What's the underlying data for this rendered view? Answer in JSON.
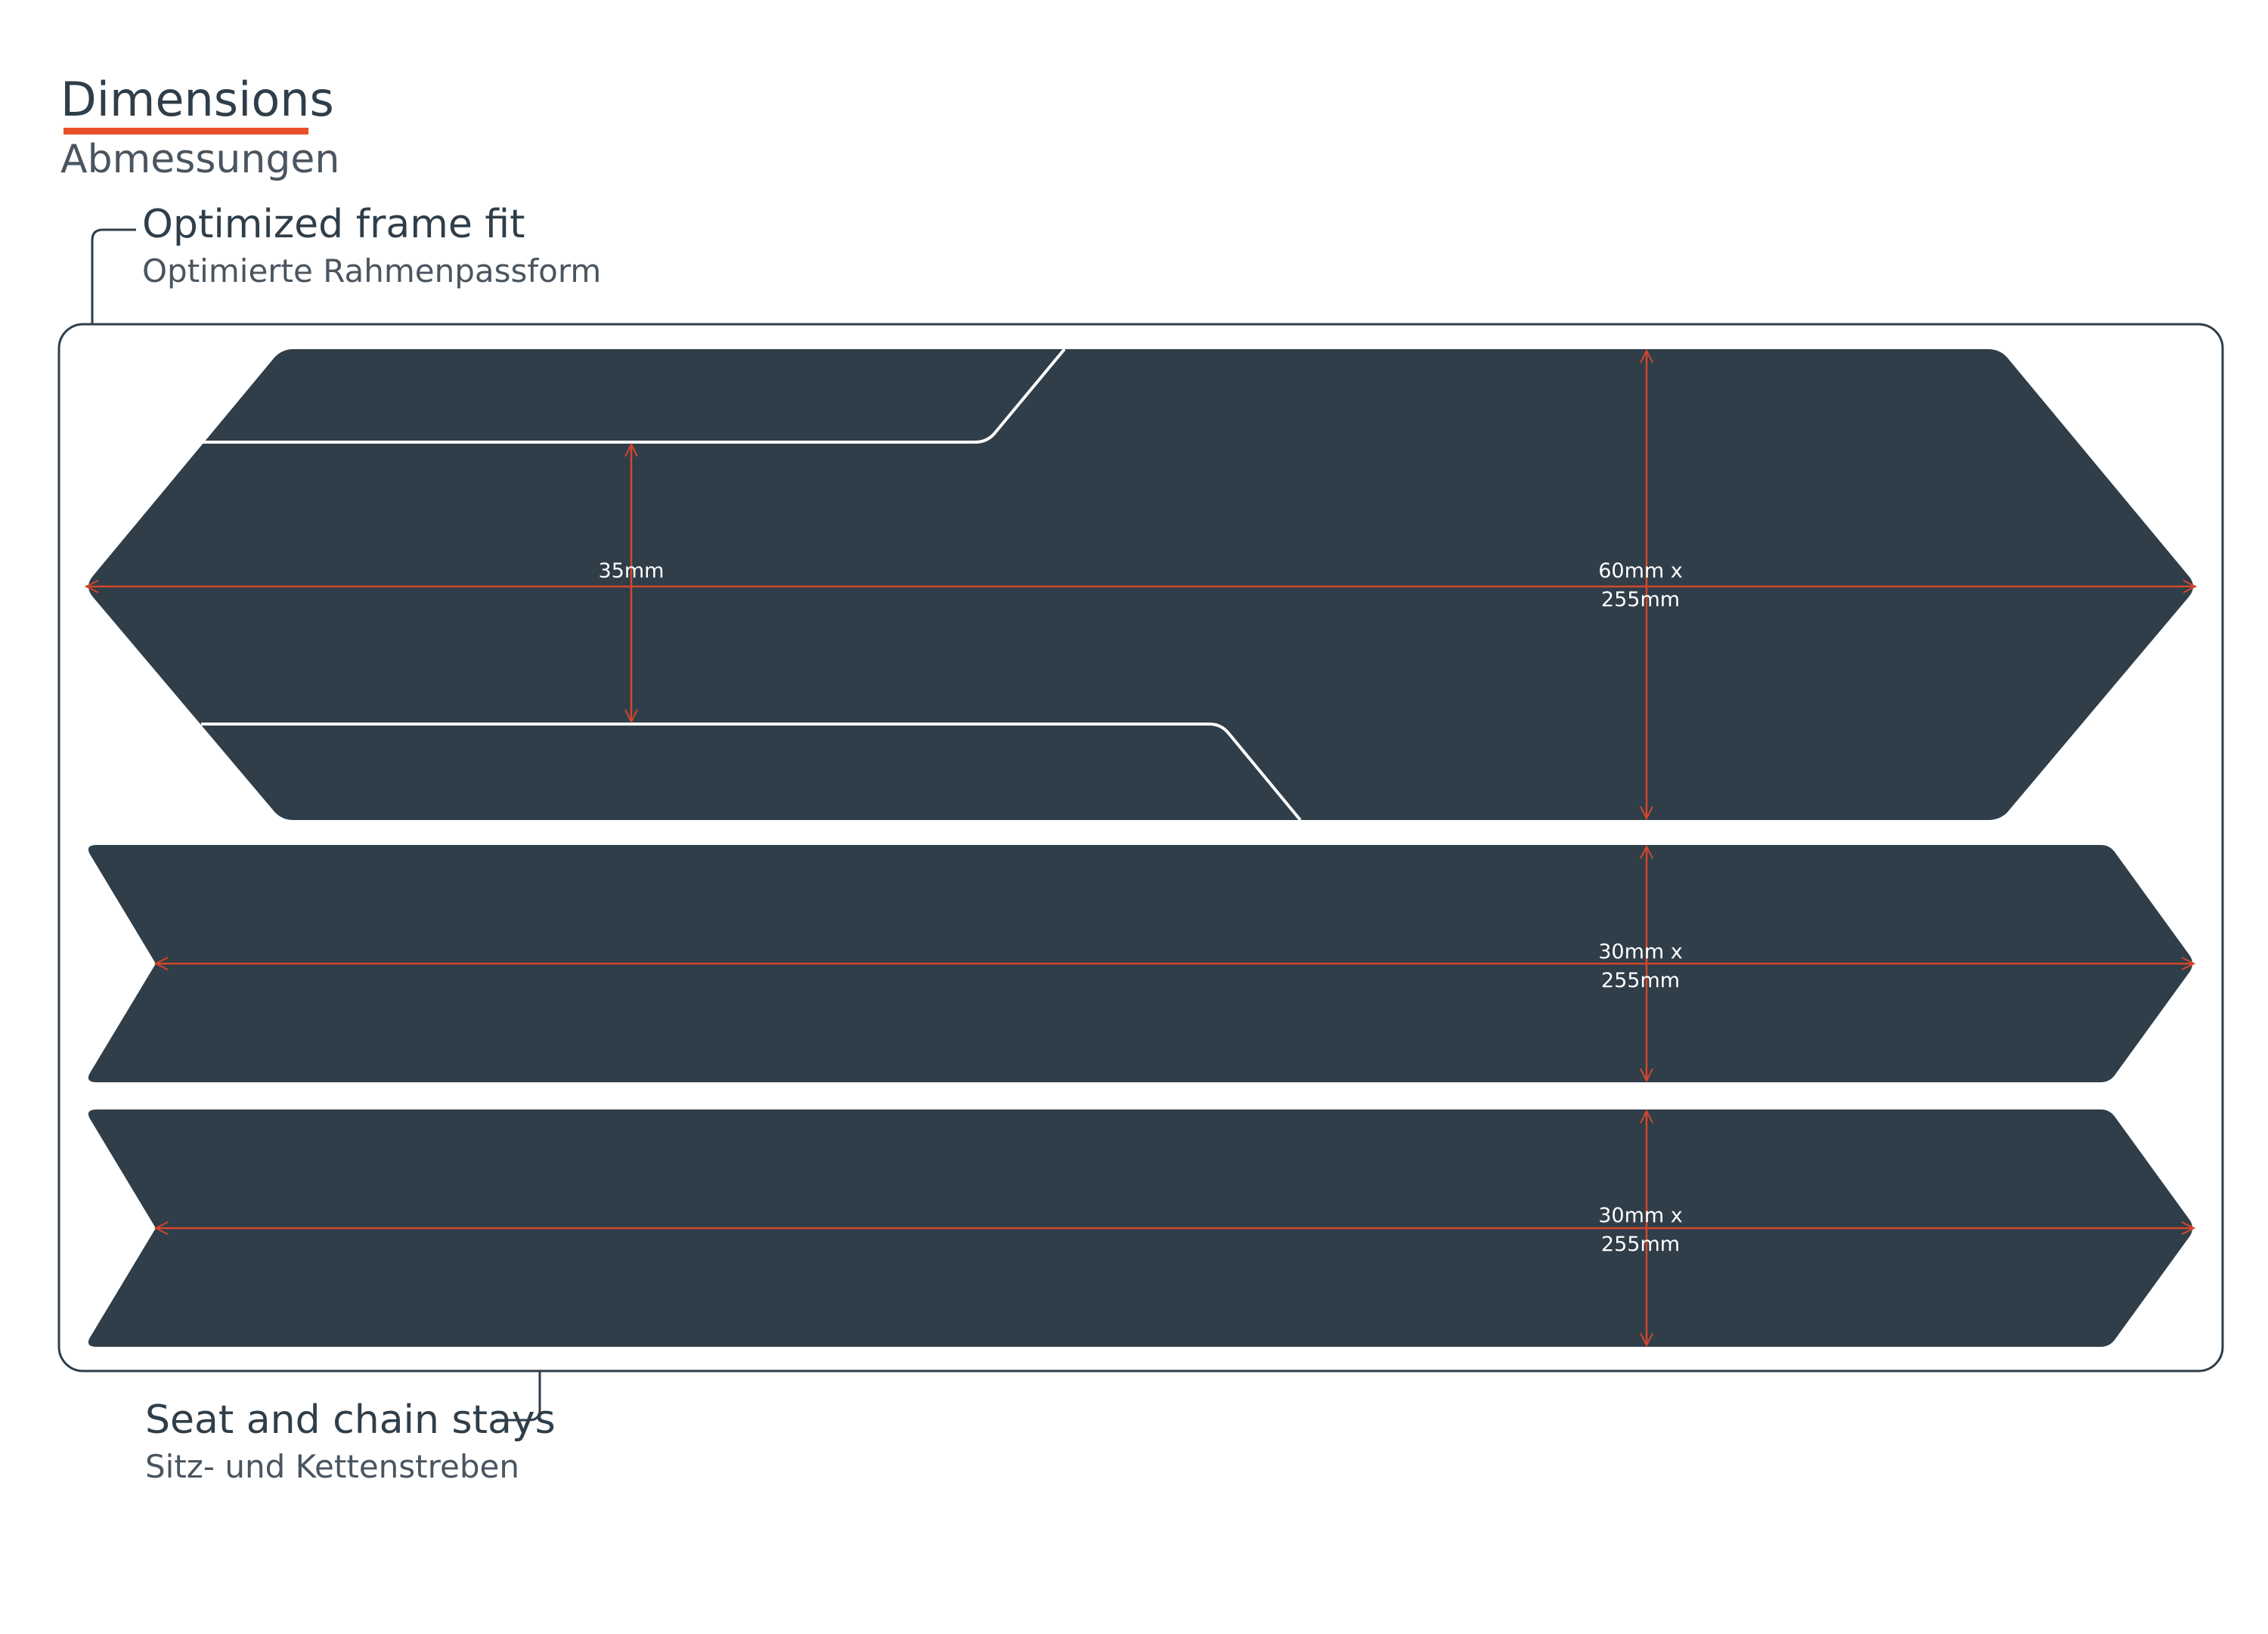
{
  "header": {
    "title": "Dimensions",
    "subtitle": "Abmessungen"
  },
  "callouts": {
    "top": {
      "title": "Optimized frame fit",
      "subtitle": "Optimierte Rahmenpassform"
    },
    "bottom": {
      "title": "Seat and chain stays",
      "subtitle": "Sitz- und Kettenstreben"
    }
  },
  "measurements": {
    "inner_height": "35mm",
    "large_line1": "60mm x",
    "large_line2": "255mm",
    "stay1_line1": "30mm x",
    "stay1_line2": "255mm",
    "stay2_line1": "30mm x",
    "stay2_line2": "255mm"
  },
  "colors": {
    "shape_fill": "#2f3e49",
    "dimension_line": "#d2472a",
    "accent_underline": "#e8502a",
    "text": "#2f3e49"
  }
}
